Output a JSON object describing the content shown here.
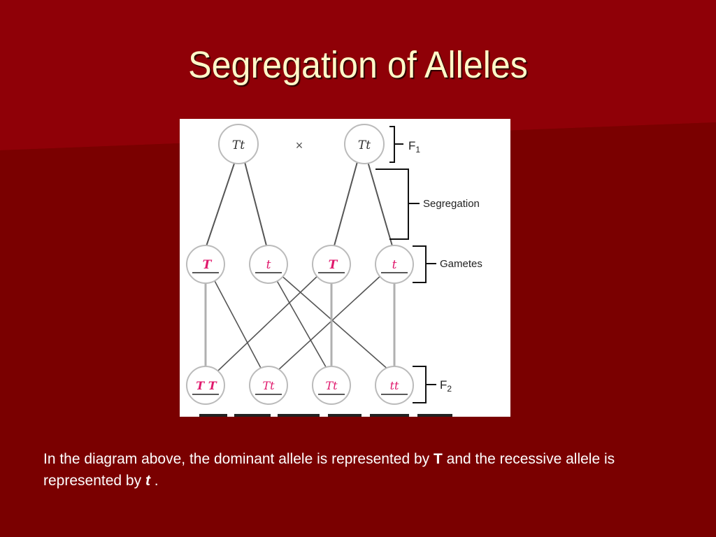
{
  "slide": {
    "title": "Segregation of Alleles"
  },
  "diagram": {
    "cross_symbol": "×",
    "parents": [
      {
        "genotype_upper": "T",
        "genotype_lower": "t"
      },
      {
        "genotype_upper": "T",
        "genotype_lower": "t"
      }
    ],
    "gametes": [
      "T",
      "t",
      "T",
      "t"
    ],
    "offspring": [
      {
        "a": "T",
        "b": "T"
      },
      {
        "a": "T",
        "b": "t"
      },
      {
        "a": "T",
        "b": "t"
      },
      {
        "a": "t",
        "b": "t"
      }
    ],
    "labels": {
      "f1": "F",
      "f1_sub": "1",
      "segregation": "Segregation",
      "gametes": "Gametes",
      "f2": "F",
      "f2_sub": "2"
    },
    "colors": {
      "allele_pink": "#e0186c",
      "line_gray": "#555555",
      "line_light": "#b0b0b0"
    }
  },
  "caption": {
    "part1": "In the diagram above, the dominant allele is represented by ",
    "dominant": "T",
    "part2": " and the recessive allele is represented by ",
    "recessive": "t",
    "part3": " ."
  }
}
